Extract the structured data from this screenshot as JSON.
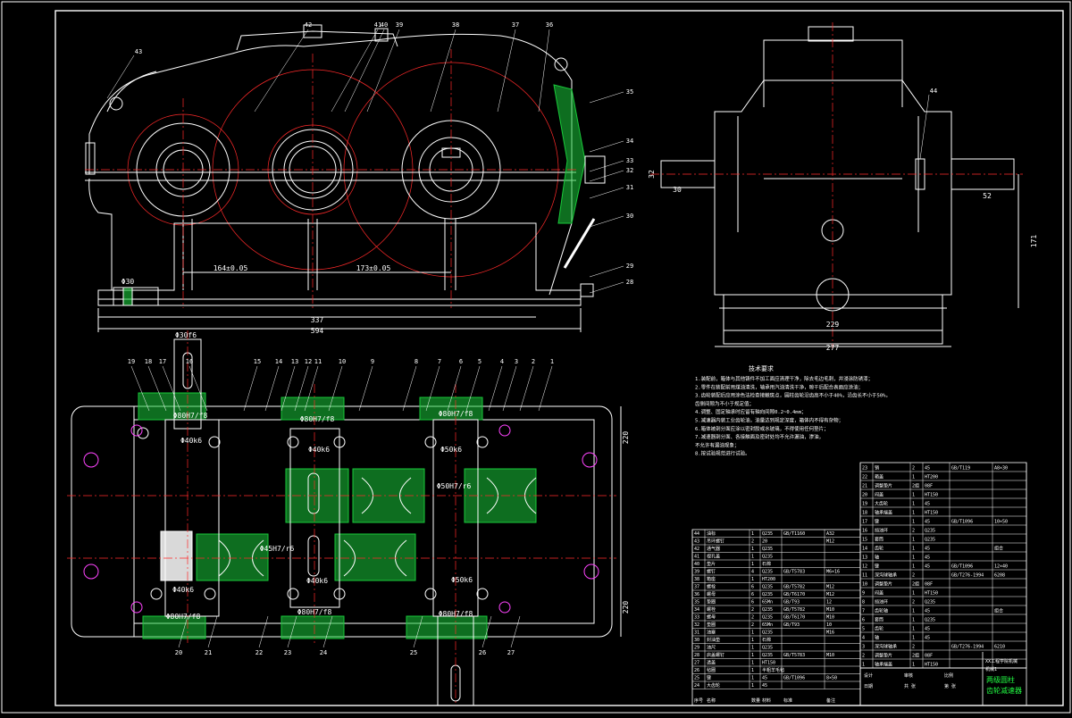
{
  "drawing": {
    "background": "#000000",
    "line_color": "#ffffff",
    "center_line_color": "#ff2a2a",
    "hatch_color": "#19c93a",
    "sub_color": "#22ff44",
    "hole_color": "#ff44ff"
  },
  "front_view": {
    "leaders_top": [
      "42",
      "41",
      "40",
      "39",
      "38",
      "37",
      "36"
    ],
    "leaders_right": [
      "35",
      "34",
      "33",
      "32",
      "31",
      "30",
      "29",
      "28"
    ],
    "leader_left": "43",
    "dims": [
      "Φ30",
      "164±0.05",
      "173±0.05",
      "337",
      "594"
    ]
  },
  "side_view": {
    "leader": "44",
    "dims": [
      "30",
      "52",
      "32",
      "171",
      "229",
      "277"
    ]
  },
  "top_section": {
    "leaders_top": [
      "19",
      "18",
      "17",
      "16",
      "15",
      "14",
      "13",
      "12",
      "11",
      "10",
      "9",
      "8",
      "7",
      "6",
      "5",
      "4",
      "3",
      "2",
      "1"
    ],
    "leaders_bottom": [
      "20",
      "21",
      "22",
      "23",
      "24",
      "25",
      "26",
      "27"
    ],
    "fits": [
      "Φ30f6",
      "Φ80H7/f8",
      "Φ40k6",
      "Φ80H7/f8",
      "Φ40k6",
      "Φ80H7/f8",
      "Φ50k6",
      "Φ50H7/r6",
      "Φ45H7/r6",
      "Φ40k6",
      "Φ80H7/f8",
      "Φ80H7/f8",
      "Φ80H7/f8",
      "Φ50k6",
      "Φ40k6"
    ],
    "dims": [
      "220",
      "220"
    ]
  },
  "notes": {
    "title": "技术要求",
    "lines": [
      "1.装配前，箱体与其他铸件不加工面应清理干净，除去毛边毛刺，并浸涂防锈漆；",
      "2.零件在装配前用煤油清洗，轴承用汽油清洗干净，晾干后配合表面应涂油；",
      "3.齿轮装配后应用涂色法检查接触斑点，圆柱齿轮沿齿高不小于40%，沿齿长不小于50%，",
      "  齿侧间隙为不小于规定值；",
      "4.调整、固定轴承时应留有轴向间隙0.2~0.4mm；",
      "5.减速器内装工业齿轮油，油量达到规定深度，箱体内不得有杂物；",
      "6.箱体被剖分面应涂以密封胶或水玻璃，不得使用任何垫片；",
      "7.减速器剖分面、各接触面及密封处均不允许漏油，渗油，",
      "  不允许有漏油现象；",
      "8.按试验规范进行试验。"
    ]
  },
  "bom_right": [
    {
      "no": "23",
      "name": "销",
      "qty": "2",
      "mat": "45",
      "std": "GB/T119",
      "note": "A8×30"
    },
    {
      "no": "22",
      "name": "箱盖",
      "qty": "1",
      "mat": "HT200",
      "std": "",
      "note": ""
    },
    {
      "no": "21",
      "name": "调整垫片",
      "qty": "2组",
      "mat": "08F",
      "std": "",
      "note": ""
    },
    {
      "no": "20",
      "name": "闷盖",
      "qty": "1",
      "mat": "HT150",
      "std": "",
      "note": ""
    },
    {
      "no": "19",
      "name": "大齿轮",
      "qty": "1",
      "mat": "45",
      "std": "",
      "note": ""
    },
    {
      "no": "18",
      "name": "轴承端盖",
      "qty": "1",
      "mat": "HT150",
      "std": "",
      "note": ""
    },
    {
      "no": "17",
      "name": "键",
      "qty": "1",
      "mat": "45",
      "std": "GB/T1096",
      "note": "10×50"
    },
    {
      "no": "16",
      "name": "挡油环",
      "qty": "2",
      "mat": "Q235",
      "std": "",
      "note": ""
    },
    {
      "no": "15",
      "name": "套筒",
      "qty": "1",
      "mat": "Q235",
      "std": "",
      "note": ""
    },
    {
      "no": "14",
      "name": "齿轮",
      "qty": "1",
      "mat": "45",
      "std": "",
      "note": "组合"
    },
    {
      "no": "13",
      "name": "轴",
      "qty": "1",
      "mat": "45",
      "std": "",
      "note": ""
    },
    {
      "no": "12",
      "name": "键",
      "qty": "1",
      "mat": "45",
      "std": "GB/T1096",
      "note": "12×40"
    },
    {
      "no": "11",
      "name": "深沟球轴承",
      "qty": "2",
      "mat": "",
      "std": "GB/T276-1994",
      "note": "6208"
    },
    {
      "no": "10",
      "name": "调整垫片",
      "qty": "2组",
      "mat": "08F",
      "std": "",
      "note": ""
    },
    {
      "no": "9",
      "name": "闷盖",
      "qty": "1",
      "mat": "HT150",
      "std": "",
      "note": ""
    },
    {
      "no": "8",
      "name": "挡油环",
      "qty": "2",
      "mat": "Q235",
      "std": "",
      "note": ""
    },
    {
      "no": "7",
      "name": "齿轮轴",
      "qty": "1",
      "mat": "45",
      "std": "",
      "note": "组合"
    },
    {
      "no": "6",
      "name": "套筒",
      "qty": "1",
      "mat": "Q235",
      "std": "",
      "note": ""
    },
    {
      "no": "5",
      "name": "齿轮",
      "qty": "1",
      "mat": "45",
      "std": "",
      "note": ""
    },
    {
      "no": "4",
      "name": "轴",
      "qty": "1",
      "mat": "45",
      "std": "",
      "note": ""
    },
    {
      "no": "3",
      "name": "深沟球轴承",
      "qty": "2",
      "mat": "",
      "std": "GB/T276-1994",
      "note": "6210"
    },
    {
      "no": "2",
      "name": "调整垫片",
      "qty": "2组",
      "mat": "08F",
      "std": "",
      "note": ""
    },
    {
      "no": "1",
      "name": "轴承端盖",
      "qty": "1",
      "mat": "HT150",
      "std": "",
      "note": ""
    }
  ],
  "bom_left": [
    {
      "no": "44",
      "name": "油标",
      "qty": "1",
      "mat": "Q235",
      "std": "GB/T1160",
      "note": "A32"
    },
    {
      "no": "43",
      "name": "吊环螺钉",
      "qty": "2",
      "mat": "20",
      "std": "",
      "note": "M12"
    },
    {
      "no": "42",
      "name": "通气器",
      "qty": "1",
      "mat": "Q235",
      "std": "",
      "note": ""
    },
    {
      "no": "41",
      "name": "视孔盖",
      "qty": "1",
      "mat": "Q235",
      "std": "",
      "note": ""
    },
    {
      "no": "40",
      "name": "垫片",
      "qty": "1",
      "mat": "石棉",
      "std": "",
      "note": ""
    },
    {
      "no": "39",
      "name": "螺钉",
      "qty": "4",
      "mat": "Q235",
      "std": "GB/T5783",
      "note": "M6×16"
    },
    {
      "no": "38",
      "name": "箱座",
      "qty": "1",
      "mat": "HT200",
      "std": "",
      "note": ""
    },
    {
      "no": "37",
      "name": "螺栓",
      "qty": "6",
      "mat": "Q235",
      "std": "GB/T5782",
      "note": "M12"
    },
    {
      "no": "36",
      "name": "螺母",
      "qty": "6",
      "mat": "Q235",
      "std": "GB/T6170",
      "note": "M12"
    },
    {
      "no": "35",
      "name": "垫圈",
      "qty": "6",
      "mat": "65Mn",
      "std": "GB/T93",
      "note": "12"
    },
    {
      "no": "34",
      "name": "螺栓",
      "qty": "2",
      "mat": "Q235",
      "std": "GB/T5782",
      "note": "M10"
    },
    {
      "no": "33",
      "name": "螺母",
      "qty": "2",
      "mat": "Q235",
      "std": "GB/T6170",
      "note": "M10"
    },
    {
      "no": "32",
      "name": "垫圈",
      "qty": "2",
      "mat": "65Mn",
      "std": "GB/T93",
      "note": "10"
    },
    {
      "no": "31",
      "name": "油塞",
      "qty": "1",
      "mat": "Q235",
      "std": "",
      "note": "M16"
    },
    {
      "no": "30",
      "name": "封油垫",
      "qty": "1",
      "mat": "石棉",
      "std": "",
      "note": ""
    },
    {
      "no": "29",
      "name": "油尺",
      "qty": "1",
      "mat": "Q235",
      "std": "",
      "note": ""
    },
    {
      "no": "28",
      "name": "启盖螺钉",
      "qty": "1",
      "mat": "Q235",
      "std": "GB/T5783",
      "note": "M10"
    },
    {
      "no": "27",
      "name": "透盖",
      "qty": "1",
      "mat": "HT150",
      "std": "",
      "note": ""
    },
    {
      "no": "26",
      "name": "毡圈",
      "qty": "1",
      "mat": "半粗羊毛毡",
      "std": "",
      "note": ""
    },
    {
      "no": "25",
      "name": "键",
      "qty": "1",
      "mat": "45",
      "std": "GB/T1096",
      "note": "8×50"
    },
    {
      "no": "24",
      "name": "大齿轮",
      "qty": "1",
      "mat": "45",
      "std": "",
      "note": ""
    }
  ],
  "bom_header": {
    "no": "序号",
    "name": "名称",
    "qty": "数量",
    "mat": "材料",
    "std": "标准",
    "note": "备注"
  },
  "title_block": {
    "school": "XX工程学院机械",
    "class": "机械1",
    "title_a": "两级圆柱",
    "title_b": "齿轮减速器",
    "labels": [
      "设计",
      "审核",
      "比例",
      "日期",
      "共 张",
      "第 张"
    ]
  }
}
